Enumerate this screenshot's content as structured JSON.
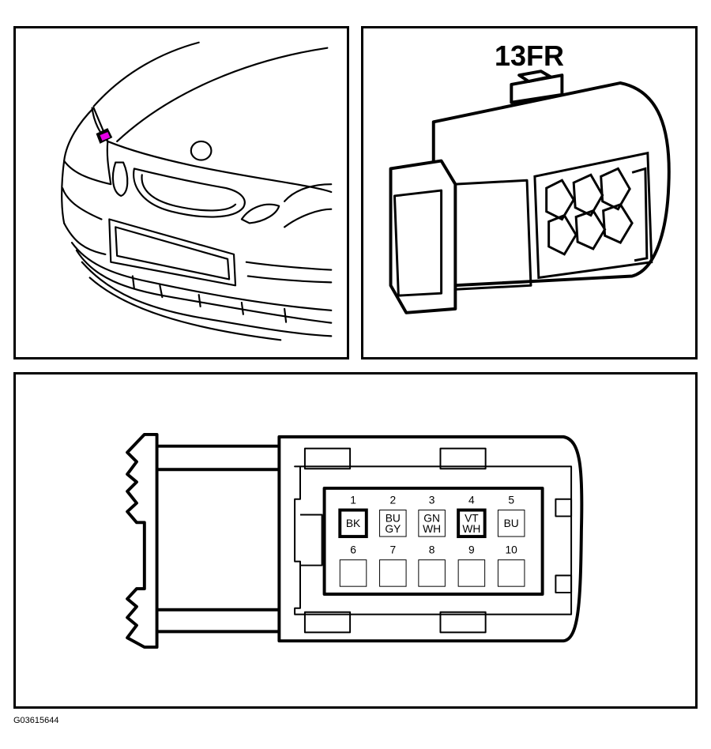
{
  "connector_label": "13FR",
  "figure_id": "G03615644",
  "highlight_color": "#e600e6",
  "pins": [
    {
      "number": "1",
      "wire": [
        "BK"
      ],
      "used": true,
      "bold": true
    },
    {
      "number": "2",
      "wire": [
        "BU",
        "GY"
      ],
      "used": true,
      "bold": false
    },
    {
      "number": "3",
      "wire": [
        "GN",
        "WH"
      ],
      "used": true,
      "bold": false
    },
    {
      "number": "4",
      "wire": [
        "VT",
        "WH"
      ],
      "used": true,
      "bold": true
    },
    {
      "number": "5",
      "wire": [
        "BU"
      ],
      "used": true,
      "bold": false
    },
    {
      "number": "6",
      "wire": [],
      "used": false,
      "bold": false
    },
    {
      "number": "7",
      "wire": [],
      "used": false,
      "bold": false
    },
    {
      "number": "8",
      "wire": [],
      "used": false,
      "bold": false
    },
    {
      "number": "9",
      "wire": [],
      "used": false,
      "bold": false
    },
    {
      "number": "10",
      "wire": [],
      "used": false,
      "bold": false
    }
  ]
}
